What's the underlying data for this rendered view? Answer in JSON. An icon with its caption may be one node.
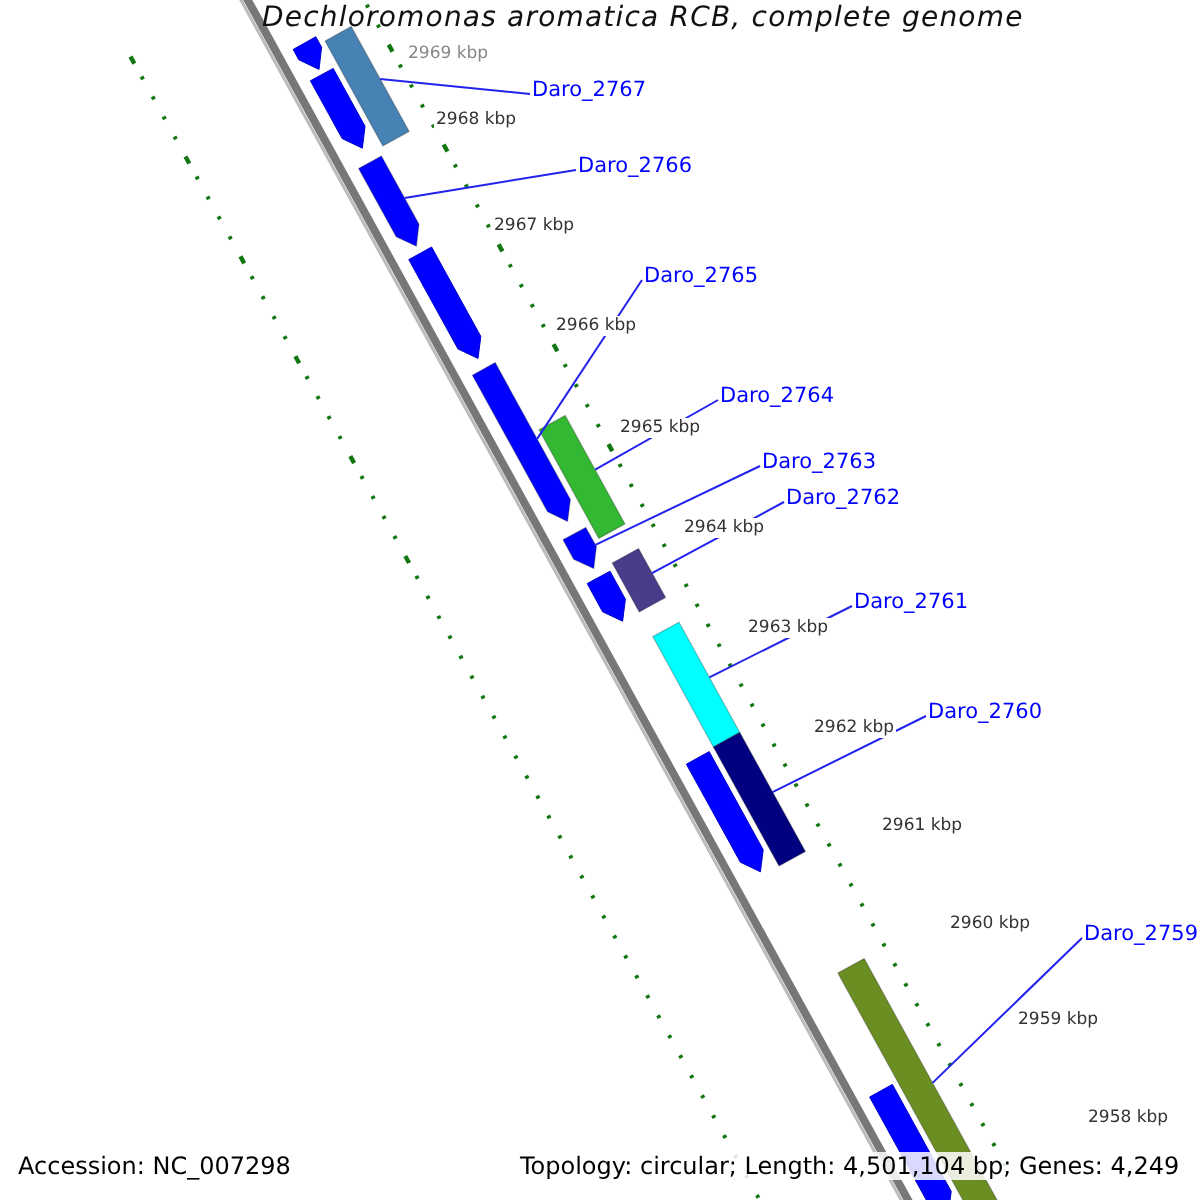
{
  "diagram": {
    "title": "Dechloromonas aromatica RCB, complete genome",
    "nodes": [
      {
        "text": [
          "Daro_2767"
        ]
      },
      {
        "text": [
          "Daro_2766"
        ]
      },
      {
        "text": [
          "Daro_2765"
        ]
      },
      {
        "text": [
          "Daro_2764"
        ]
      },
      {
        "text": [
          "Daro_2763"
        ]
      },
      {
        "text": [
          "Daro_2762"
        ]
      },
      {
        "text": [
          "Daro_2761"
        ]
      },
      {
        "text": [
          "Daro_2760"
        ]
      },
      {
        "text": [
          "Daro_2759"
        ]
      },
      {
        "text": [],
        "shape": "arrow"
      },
      {
        "text": [],
        "shape": "arrow"
      },
      {
        "text": [],
        "shape": "arrow"
      },
      {
        "text": [],
        "shape": "arrow"
      },
      {
        "text": [],
        "shape": "arrow"
      },
      {
        "text": [],
        "shape": "arrow"
      },
      {
        "text": [],
        "shape": "arrow"
      },
      {
        "text": [],
        "shape": "arrow"
      },
      {
        "text": [],
        "shape": "arrow"
      }
    ],
    "edges": [
      {
        "from": 0,
        "to": 9,
        "arrow": "none"
      },
      {
        "from": 1,
        "to": 10,
        "arrow": "none"
      },
      {
        "from": 2,
        "to": 11,
        "arrow": "none"
      },
      {
        "from": 3,
        "to": 12,
        "arrow": "none"
      },
      {
        "from": 4,
        "to": 13,
        "arrow": "none"
      },
      {
        "from": 5,
        "to": 14,
        "arrow": "none"
      },
      {
        "from": 6,
        "to": 15,
        "arrow": "none"
      },
      {
        "from": 7,
        "to": 16,
        "arrow": "none"
      },
      {
        "from": 8,
        "to": 17,
        "arrow": "none"
      }
    ],
    "labels": [
      "2969 kbp",
      "2968 kbp",
      "2967 kbp",
      "2966 kbp",
      "2965 kbp",
      "2964 kbp",
      "2963 kbp",
      "2962 kbp",
      "2961 kbp",
      "2960 kbp",
      "2959 kbp",
      "2958 kbp",
      "Accession: NC_007298",
      "Topology: circular; Length: 4,501,104 bp; Genes: 4,249"
    ]
  }
}
